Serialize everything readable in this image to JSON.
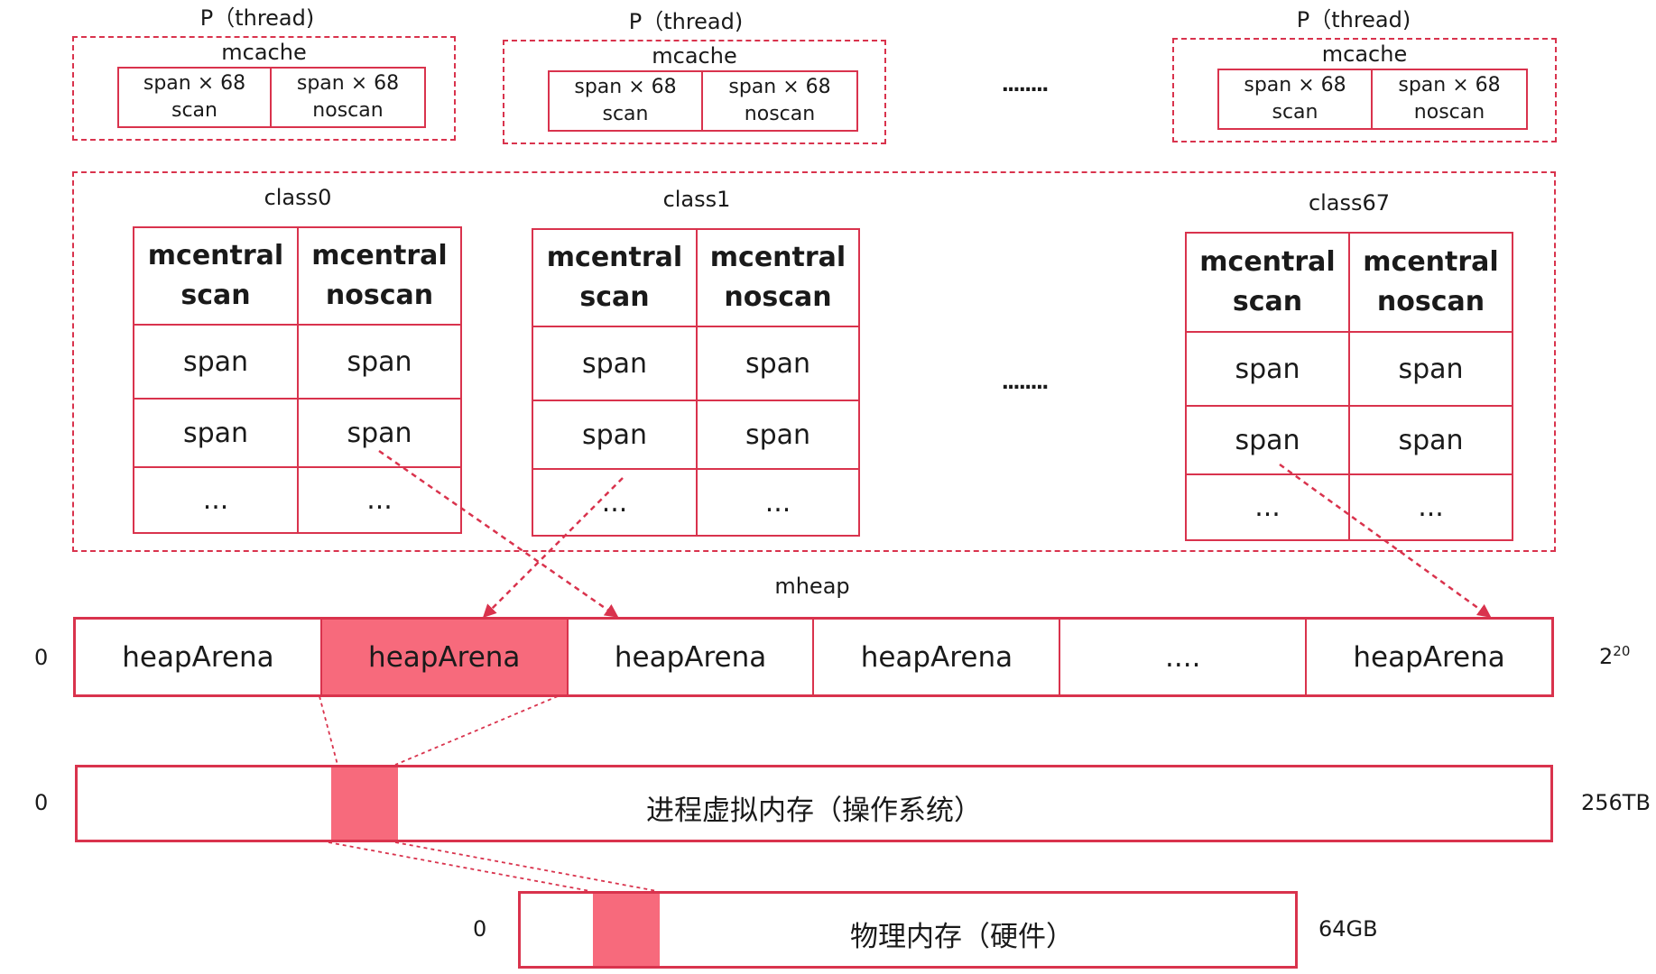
{
  "colors": {
    "accent": "#d9334d",
    "highlight": "#f76a7c"
  },
  "processors": [
    {
      "title": "P（thread)",
      "mcache_label": "mcache",
      "cells": [
        {
          "line1": "span × 68",
          "line2": "scan"
        },
        {
          "line1": "span × 68",
          "line2": "noscan"
        }
      ]
    },
    {
      "title": "P（thread)",
      "mcache_label": "mcache",
      "cells": [
        {
          "line1": "span × 68",
          "line2": "scan"
        },
        {
          "line1": "span × 68",
          "line2": "noscan"
        }
      ]
    },
    {
      "title": "P（thread)",
      "mcache_label": "mcache",
      "cells": [
        {
          "line1": "span × 68",
          "line2": "scan"
        },
        {
          "line1": "span × 68",
          "line2": "noscan"
        }
      ]
    }
  ],
  "processors_ellipsis": "........",
  "classes": [
    {
      "label": "class0",
      "headers": [
        {
          "line1": "mcentral",
          "line2": "scan"
        },
        {
          "line1": "mcentral",
          "line2": "noscan"
        }
      ],
      "rows": [
        [
          "span",
          "span"
        ],
        [
          "span",
          "span"
        ],
        [
          "...",
          "..."
        ]
      ]
    },
    {
      "label": "class1",
      "headers": [
        {
          "line1": "mcentral",
          "line2": "scan"
        },
        {
          "line1": "mcentral",
          "line2": "noscan"
        }
      ],
      "rows": [
        [
          "span",
          "span"
        ],
        [
          "span",
          "span"
        ],
        [
          "...",
          "..."
        ]
      ]
    },
    {
      "label": "class67",
      "headers": [
        {
          "line1": "mcentral",
          "line2": "scan"
        },
        {
          "line1": "mcentral",
          "line2": "noscan"
        }
      ],
      "rows": [
        [
          "span",
          "span"
        ],
        [
          "span",
          "span"
        ],
        [
          "...",
          "..."
        ]
      ]
    }
  ],
  "classes_ellipsis": "........",
  "mheap": {
    "label": "mheap",
    "start": "0",
    "end_base": "2",
    "end_exp": "20",
    "arenas": [
      "heapArena",
      "heapArena",
      "heapArena",
      "heapArena",
      "....",
      "heapArena"
    ],
    "highlighted_index": 1
  },
  "virtual_memory": {
    "label": "进程虚拟内存（操作系统）",
    "start": "0",
    "end": "256TB"
  },
  "physical_memory": {
    "label": "物理内存（硬件）",
    "start": "0",
    "end": "64GB"
  }
}
